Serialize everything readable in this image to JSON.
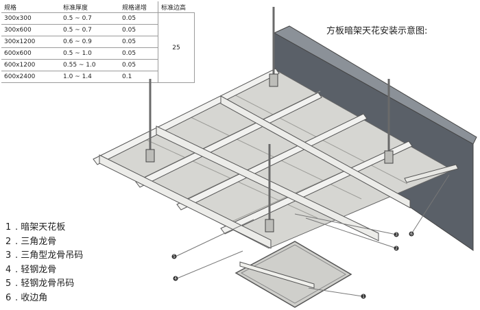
{
  "table": {
    "headers": [
      "规格",
      "标准厚度",
      "规格递增",
      "标准边高"
    ],
    "rows": [
      [
        "300x300",
        "0.5 ~ 0.7",
        "0.05"
      ],
      [
        "300x600",
        "0.5 ~ 0.7",
        "0.05"
      ],
      [
        "300x1200",
        "0.6 ~ 0.9",
        "0.05"
      ],
      [
        "600x600",
        "0.5 ~ 1.0",
        "0.05"
      ],
      [
        "600x1200",
        "0.55 ~ 1.0",
        "0.05"
      ],
      [
        "600x2400",
        "1.0 ~ 1.4",
        "0.1"
      ]
    ],
    "edge_height": "25"
  },
  "diagram_title": "方板暗架天花安装示意图:",
  "legend": [
    {
      "num": "1",
      "label": "暗架天花板"
    },
    {
      "num": "2",
      "label": "三角龙骨"
    },
    {
      "num": "3",
      "label": "三角型龙骨吊码"
    },
    {
      "num": "4",
      "label": "轻钢龙骨"
    },
    {
      "num": "5",
      "label": "轻钢龙骨吊码"
    },
    {
      "num": "6",
      "label": "收边角"
    }
  ],
  "callouts": [
    "1",
    "2",
    "3",
    "4",
    "5",
    "6"
  ],
  "colors": {
    "wall": "#5a6068",
    "wall_top": "#8b9198",
    "panel": "#d6d6d2",
    "rail": "#f2f2f0",
    "outline": "#555555",
    "leader": "#777777",
    "callout": "#2d2d2d"
  }
}
